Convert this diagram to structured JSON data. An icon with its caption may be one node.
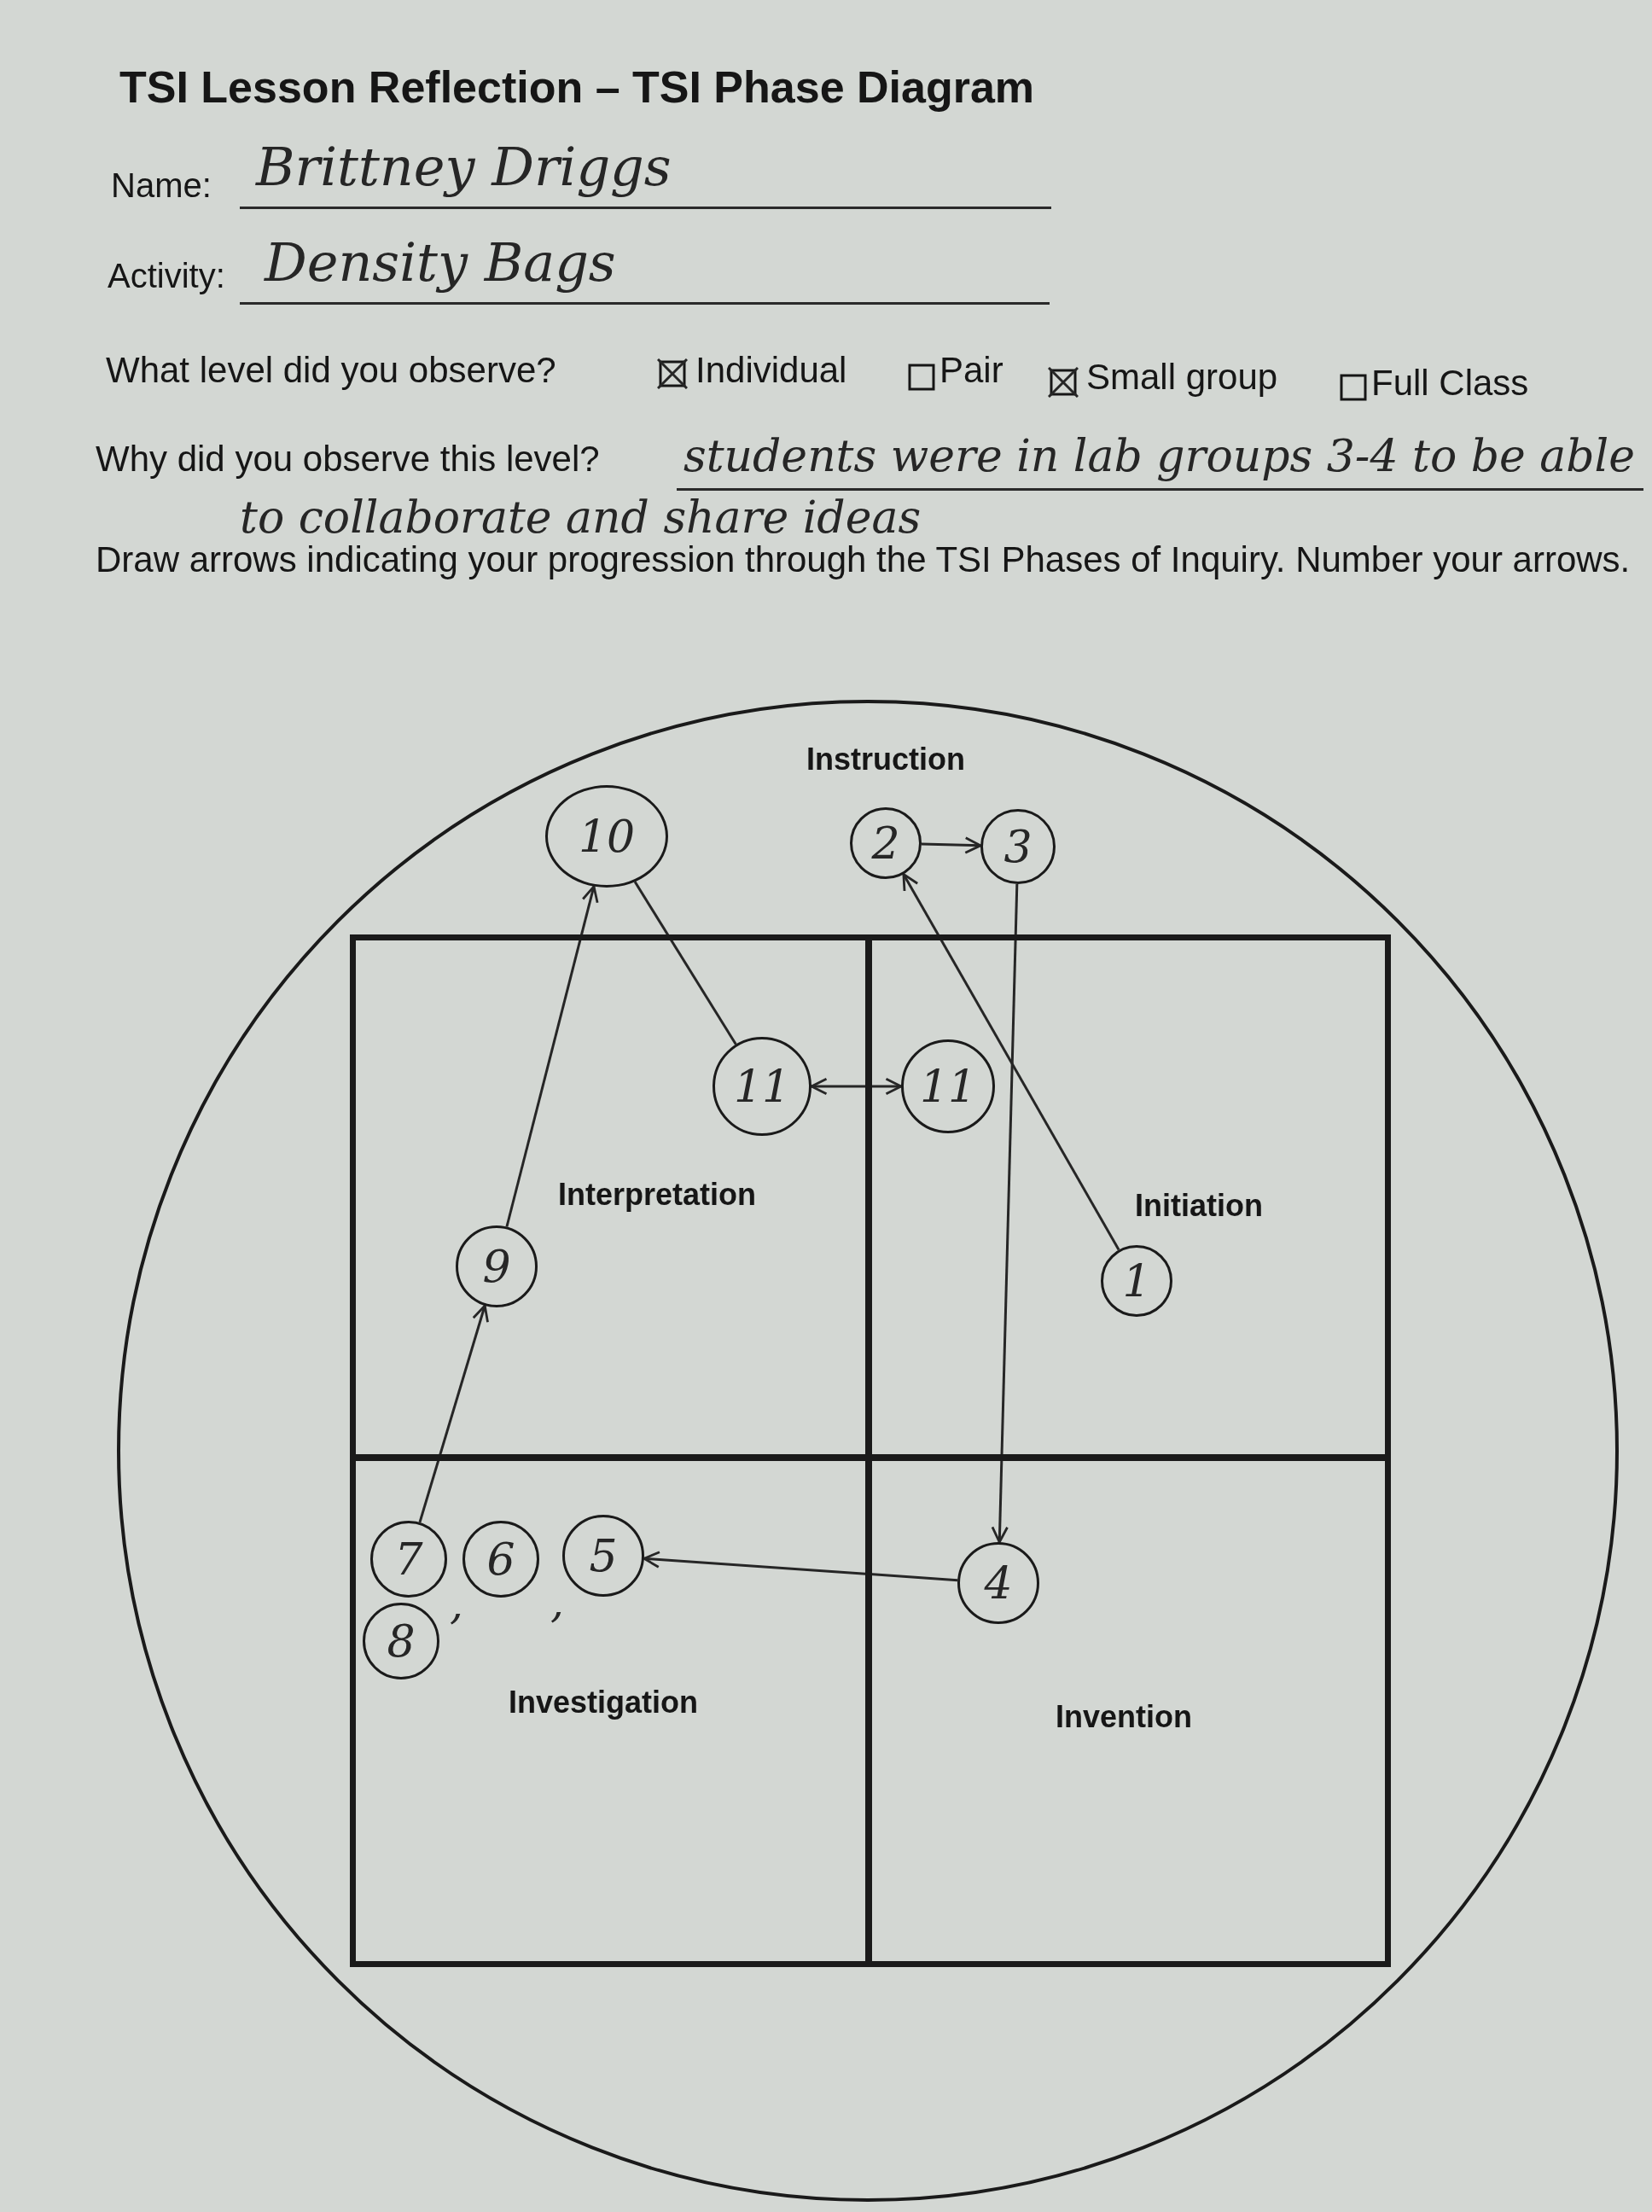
{
  "diagram": {
    "title": "TSI Lesson Reflection – TSI Phase Diagram",
    "nodes": [
      {
        "text": [
          "Instruction"
        ]
      },
      {
        "text": [
          "Interpretation"
        ],
        "in": 0
      },
      {
        "text": [
          "Initiation"
        ],
        "in": 0
      },
      {
        "text": [
          "Investigation"
        ],
        "in": 0
      },
      {
        "text": [
          "Invention"
        ],
        "in": 0
      },
      {
        "text": [
          "10"
        ],
        "in": 0
      },
      {
        "text": [
          "2"
        ],
        "in": 0
      },
      {
        "text": [
          "3"
        ],
        "in": 0
      },
      {
        "text": [
          "11"
        ],
        "in": 1
      },
      {
        "text": [
          "11"
        ],
        "in": 2
      },
      {
        "text": [
          "1"
        ],
        "in": 2
      },
      {
        "text": [
          "9"
        ],
        "in": 1
      },
      {
        "text": [
          "7"
        ],
        "in": 3
      },
      {
        "text": [
          "8"
        ],
        "in": 3
      },
      {
        "text": [
          "6"
        ],
        "in": 3
      },
      {
        "text": [
          "5"
        ],
        "in": 3
      },
      {
        "text": [
          "4"
        ],
        "in": 4
      }
    ],
    "edges": [
      {
        "from": 10,
        "to": 6,
        "arrow": "to"
      },
      {
        "from": 6,
        "to": 7,
        "arrow": "to"
      },
      {
        "from": 7,
        "to": 16,
        "arrow": "to"
      },
      {
        "from": 16,
        "to": 15,
        "arrow": "to"
      },
      {
        "from": 12,
        "to": 11,
        "arrow": "to"
      },
      {
        "from": 11,
        "to": 5,
        "arrow": "to"
      },
      {
        "from": 5,
        "to": 8,
        "arrow": "none"
      },
      {
        "from": 8,
        "to": 9,
        "arrow": "both"
      }
    ],
    "labels": [
      "Name:",
      "Brittney Driggs",
      "Activity:",
      "Density Bags",
      "What level did you observe?",
      "Individual",
      "Pair",
      "Small group",
      "Full Class",
      "Why did you observe this level?",
      "students were in lab groups 3-4 to be able to collaborate and share ideas",
      "Draw arrows indicating your progression through the TSI Phases of Inquiry. Number your arrows.",
      ",",
      ","
    ]
  }
}
